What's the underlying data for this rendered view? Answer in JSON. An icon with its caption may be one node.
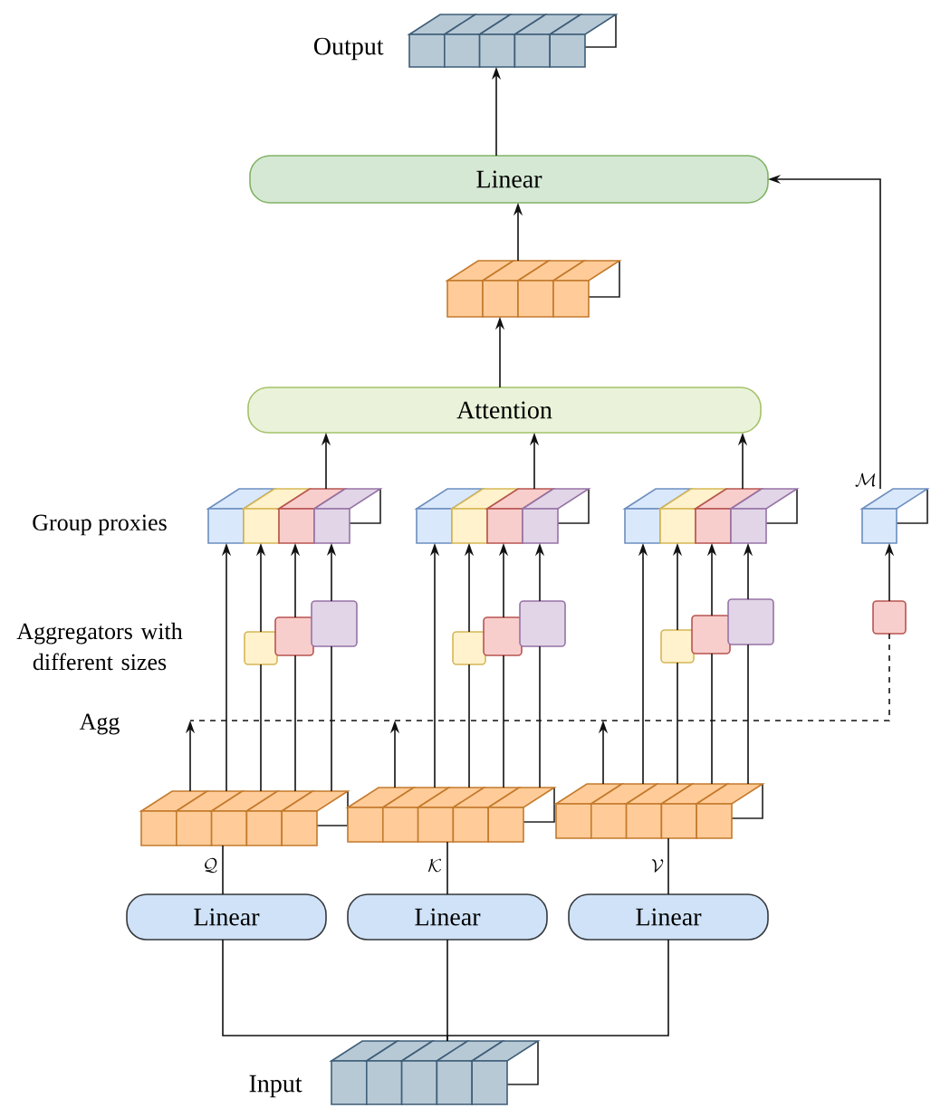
{
  "diagram": {
    "nodes": [
      {
        "text": [],
        "shape": "box",
        "beside": [
          "Output"
        ]
      },
      {
        "text": [
          "Linear"
        ]
      },
      {
        "text": [],
        "shape": "box"
      },
      {
        "text": [
          "Attention"
        ]
      },
      {
        "text": [],
        "shape": "box"
      },
      {
        "text": [],
        "shape": "box"
      },
      {
        "text": [],
        "shape": "box"
      },
      {
        "text": [],
        "shape": "box",
        "beside": [
          "\\mathcal{M}"
        ]
      },
      {
        "text": [],
        "shape": "box"
      },
      {
        "text": [],
        "shape": "box"
      },
      {
        "text": [],
        "shape": "box"
      },
      {
        "text": [],
        "shape": "box"
      },
      {
        "text": [],
        "shape": "box"
      },
      {
        "text": [],
        "shape": "box"
      },
      {
        "text": [],
        "shape": "box"
      },
      {
        "text": [],
        "shape": "box"
      },
      {
        "text": [],
        "shape": "box"
      },
      {
        "text": [],
        "shape": "box"
      },
      {
        "text": [],
        "shape": "box",
        "beside": [
          "\\mathcal{Q}"
        ]
      },
      {
        "text": [],
        "shape": "box",
        "beside": [
          "\\mathcal{K}"
        ]
      },
      {
        "text": [],
        "shape": "box",
        "beside": [
          "\\mathcal{V}"
        ]
      },
      {
        "text": [
          "Linear"
        ]
      },
      {
        "text": [
          "Linear"
        ]
      },
      {
        "text": [
          "Linear"
        ]
      },
      {
        "text": [],
        "shape": "box",
        "beside": [
          "Input"
        ]
      }
    ],
    "edges": [
      {
        "from": 24,
        "to": 21,
        "arrow": "none"
      },
      {
        "from": 24,
        "to": 22,
        "arrow": "none"
      },
      {
        "from": 24,
        "to": 23,
        "arrow": "none"
      },
      {
        "from": 21,
        "to": 18,
        "arrow": "none"
      },
      {
        "from": 22,
        "to": 19,
        "arrow": "none"
      },
      {
        "from": 23,
        "to": 20,
        "arrow": "none"
      },
      {
        "from": 18,
        "to": 4,
        "arrow": "to"
      },
      {
        "from": 18,
        "to": 8,
        "arrow": "none"
      },
      {
        "from": 8,
        "to": 4,
        "arrow": "to"
      },
      {
        "from": 18,
        "to": 9,
        "arrow": "none"
      },
      {
        "from": 9,
        "to": 4,
        "arrow": "to"
      },
      {
        "from": 18,
        "to": 10,
        "arrow": "none"
      },
      {
        "from": 10,
        "to": 4,
        "arrow": "to"
      },
      {
        "from": 19,
        "to": 5,
        "arrow": "to"
      },
      {
        "from": 19,
        "to": 11,
        "arrow": "none"
      },
      {
        "from": 11,
        "to": 5,
        "arrow": "to"
      },
      {
        "from": 19,
        "to": 12,
        "arrow": "none"
      },
      {
        "from": 12,
        "to": 5,
        "arrow": "to"
      },
      {
        "from": 19,
        "to": 13,
        "arrow": "none"
      },
      {
        "from": 13,
        "to": 5,
        "arrow": "to"
      },
      {
        "from": 20,
        "to": 6,
        "arrow": "to"
      },
      {
        "from": 20,
        "to": 14,
        "arrow": "none"
      },
      {
        "from": 14,
        "to": 6,
        "arrow": "to"
      },
      {
        "from": 20,
        "to": 15,
        "arrow": "none"
      },
      {
        "from": 15,
        "to": 6,
        "arrow": "to"
      },
      {
        "from": 20,
        "to": 16,
        "arrow": "none"
      },
      {
        "from": 16,
        "to": 6,
        "arrow": "to"
      },
      {
        "from": 18,
        "to": null,
        "arrow": "to"
      },
      {
        "from": 19,
        "to": null,
        "arrow": "to"
      },
      {
        "from": 20,
        "to": null,
        "arrow": "to"
      },
      {
        "from": 17,
        "to": null,
        "arrow": "none",
        "style": "dashed"
      },
      {
        "from": 17,
        "to": 7,
        "arrow": "to"
      },
      {
        "from": 7,
        "to": 1,
        "arrow": "to"
      },
      {
        "from": 4,
        "to": 3,
        "arrow": "to"
      },
      {
        "from": 5,
        "to": 3,
        "arrow": "to"
      },
      {
        "from": 6,
        "to": 3,
        "arrow": "to"
      },
      {
        "from": 3,
        "to": 2,
        "arrow": "to"
      },
      {
        "from": 2,
        "to": 1,
        "arrow": "to"
      },
      {
        "from": 1,
        "to": 0,
        "arrow": "to"
      }
    ],
    "labels": [
      "Group proxies",
      "Aggregators with different sizes",
      "Agg"
    ]
  }
}
